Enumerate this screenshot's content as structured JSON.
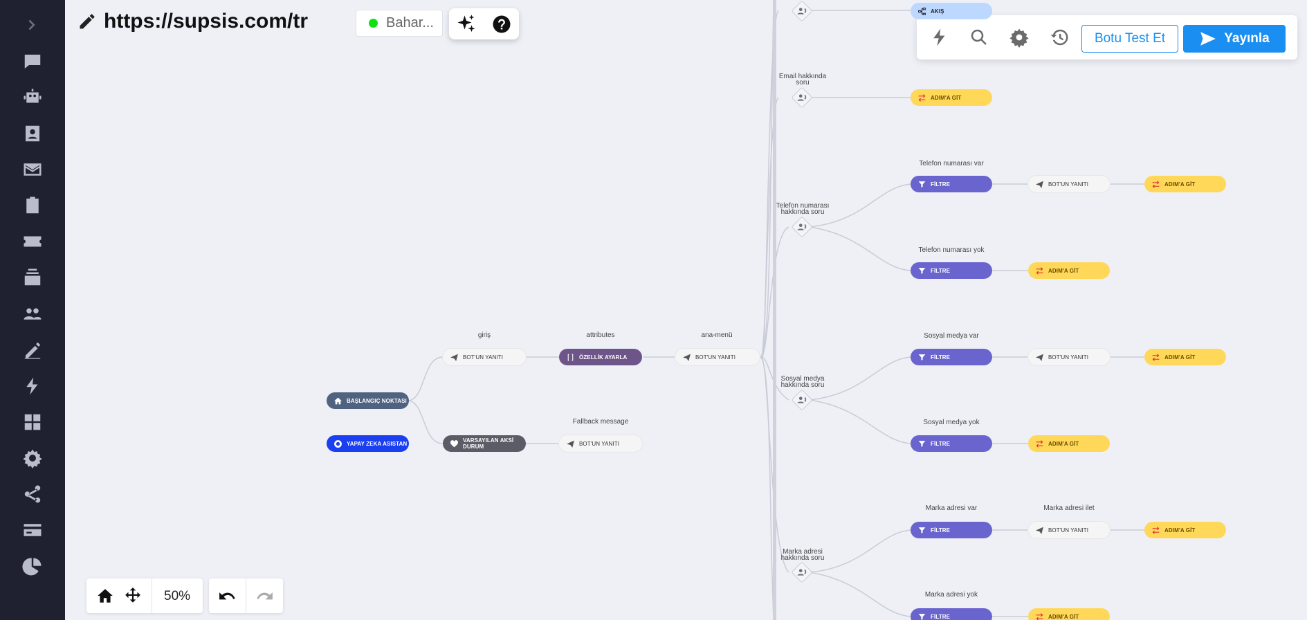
{
  "header": {
    "title": "https://supsis.com/tr"
  },
  "agent": {
    "name": "Bahar...",
    "status_color": "#11e011"
  },
  "toolbar": {
    "test_label": "Botu Test Et",
    "publish_label": "Yayınla"
  },
  "zoom": {
    "level": "50%"
  },
  "sidebar": {
    "items": [
      "expand-icon",
      "live-chat-icon",
      "bot-icon",
      "contacts-icon",
      "mail-icon",
      "tasks-icon",
      "ticket-icon",
      "inbox-icon",
      "users-icon",
      "forms-icon",
      "automation-icon",
      "dashboard-icon",
      "settings-icon",
      "share-icon",
      "billing-icon",
      "reports-icon"
    ]
  },
  "flow": {
    "labels": {
      "giris": "giriş",
      "attributes": "attributes",
      "ana_menu": "ana-menü",
      "fallback": "Fallback message",
      "email_q": "Email hakkında soru",
      "phone_q": "Telefon numarası hakkında soru",
      "phone_yes": "Telefon numarası var",
      "phone_no": "Telefon numarası yok",
      "social_q": "Sosyal medya hakkında soru",
      "social_yes": "Sosyal medya var",
      "social_no": "Sosyal medya yok",
      "brand_q": "Marka adresi hakkında soru",
      "brand_yes": "Marka adresi var",
      "brand_forward": "Marka adresi ilet",
      "brand_no": "Marka adresi yok"
    },
    "nodes": {
      "start": "BAŞLANGIÇ NOKTASI",
      "ai": "YAPAY ZEKA ASISTAN",
      "bot_reply": "BOT'UN YANITI",
      "set_attr": "ÖZELLİK AYARLA",
      "default": "VARSAYILAN AKSİ DURUM",
      "filter": "FİLTRE",
      "goto": "ADIM'A GİT",
      "flow": "AKIŞ"
    }
  }
}
